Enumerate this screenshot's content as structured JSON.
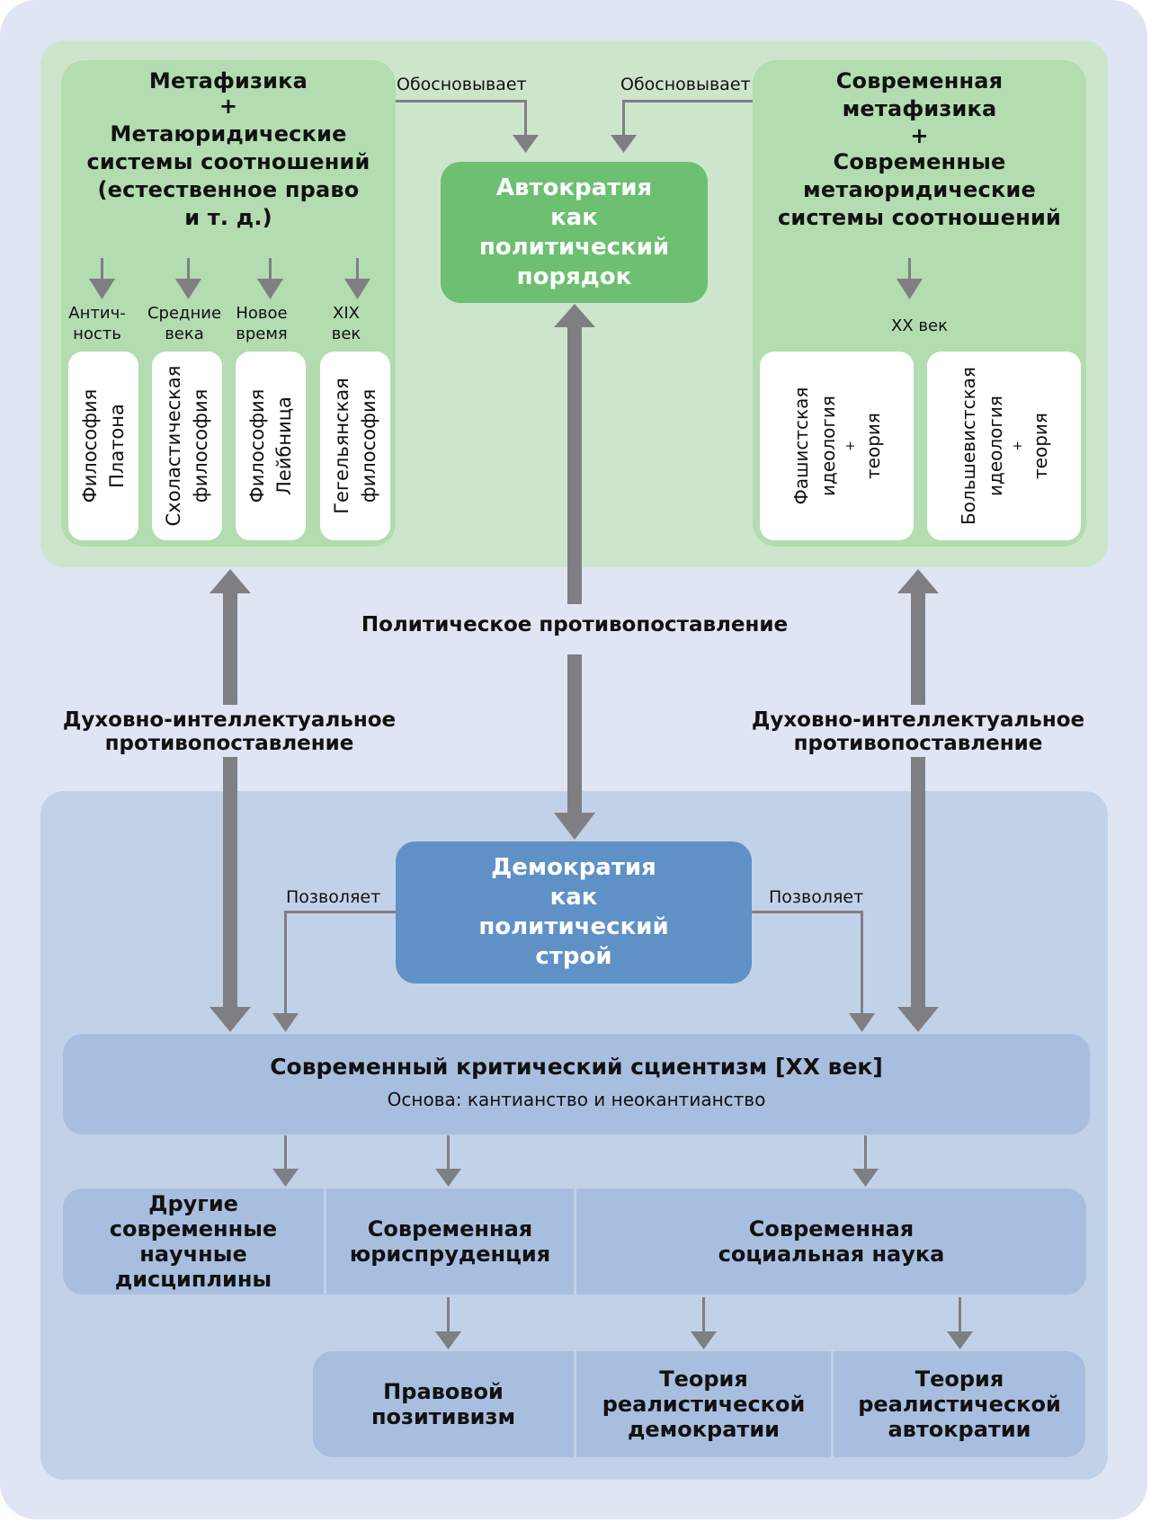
{
  "top_left": {
    "title_lines": [
      "Метафизика",
      "+",
      "Метаюридические",
      "системы соотношений",
      "(естественное право",
      "и т. д.)"
    ],
    "periods": [
      {
        "label_lines": [
          "Антич-",
          "ность"
        ],
        "card_lines": [
          "Философия",
          "Платона"
        ]
      },
      {
        "label_lines": [
          "Средние",
          "века"
        ],
        "card_lines": [
          "Схоластическая",
          "философия"
        ]
      },
      {
        "label_lines": [
          "Новое",
          "время"
        ],
        "card_lines": [
          "Философия",
          "Лейбница"
        ]
      },
      {
        "label_lines": [
          "XIX",
          "век"
        ],
        "card_lines": [
          "Гегельянская",
          "философия"
        ]
      }
    ]
  },
  "top_right": {
    "title_lines": [
      "Современная",
      "метафизика",
      "+",
      "Современные",
      "метаюридические",
      "системы соотношений"
    ],
    "period_label": "XX век",
    "cards": [
      {
        "lines": [
          "Фашистская",
          "идеология",
          "+",
          "теория"
        ]
      },
      {
        "lines": [
          "Большевистская",
          "идеология",
          "+",
          "теория"
        ]
      }
    ]
  },
  "autocracy": {
    "lines": [
      "Автократия",
      "как",
      "политический",
      "порядок"
    ],
    "left_label": "Обосновывает",
    "right_label": "Обосновывает"
  },
  "middle": {
    "political_opposition": "Политическое противопоставление",
    "spiritual_left": [
      "Духовно-интеллектуальное",
      "противопоставление"
    ],
    "spiritual_right": [
      "Духовно-интеллектуальное",
      "противопоставление"
    ]
  },
  "democracy": {
    "lines": [
      "Демократия",
      "как",
      "политический",
      "строй"
    ],
    "left_label": "Позволяет",
    "right_label": "Позволяет"
  },
  "scientism": {
    "title": "Современный критический сциентизм [XX век]",
    "subtitle": "Основа: кантианство и неокантианство"
  },
  "row2": [
    {
      "lines": [
        "Другие",
        "современные",
        "научные",
        "дисциплины"
      ]
    },
    {
      "lines": [
        "Современная",
        "юриспруденция"
      ]
    },
    {
      "lines": [
        "Современная",
        "социальная наука"
      ]
    }
  ],
  "row3": [
    {
      "lines": [
        "Правовой",
        "позитивизм"
      ]
    },
    {
      "lines": [
        "Теория",
        "реалистической",
        "демократии"
      ]
    },
    {
      "lines": [
        "Теория",
        "реалистической",
        "автократии"
      ]
    }
  ],
  "colors": {
    "background": "#dfe5f2",
    "green_outer": "#cde6cb",
    "green_inner": "#b3dcb0",
    "autocracy": "#6dbf72",
    "blue_outer": "#c1d1e8",
    "democracy": "#5f91c6",
    "blue_box": "#a8bedf",
    "arrow": "#7f7f83"
  }
}
